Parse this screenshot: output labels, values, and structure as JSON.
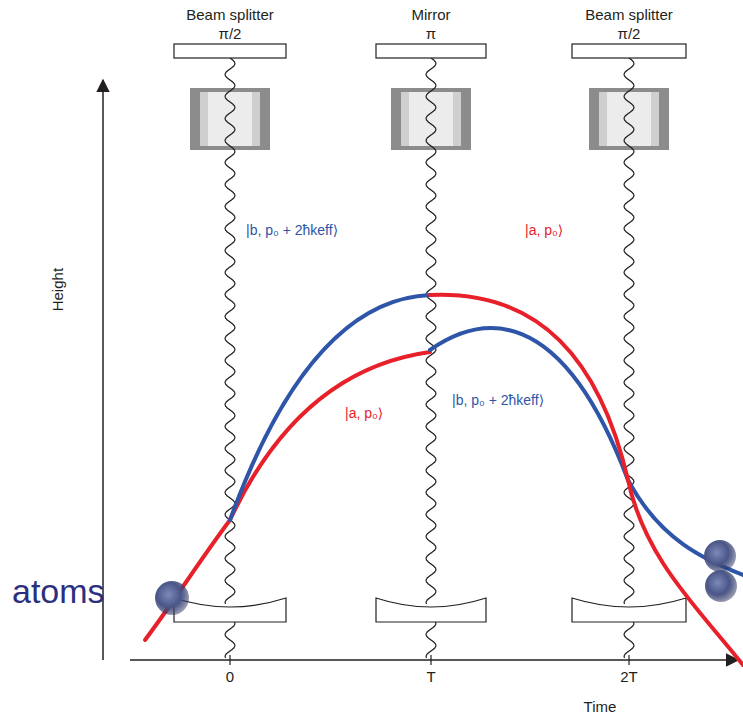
{
  "diagram": {
    "labels": [
      "Beam splitter",
      "π/2",
      "Mirror",
      "π",
      "Beam splitter",
      "π/2",
      "Height",
      "|b, p₀ + 2ħkeff⟩",
      "|a, p₀⟩",
      "|a, p₀⟩",
      "|b, p₀ + 2ħkeff⟩",
      "atoms",
      "0",
      "T",
      "2T",
      "Time"
    ]
  }
}
